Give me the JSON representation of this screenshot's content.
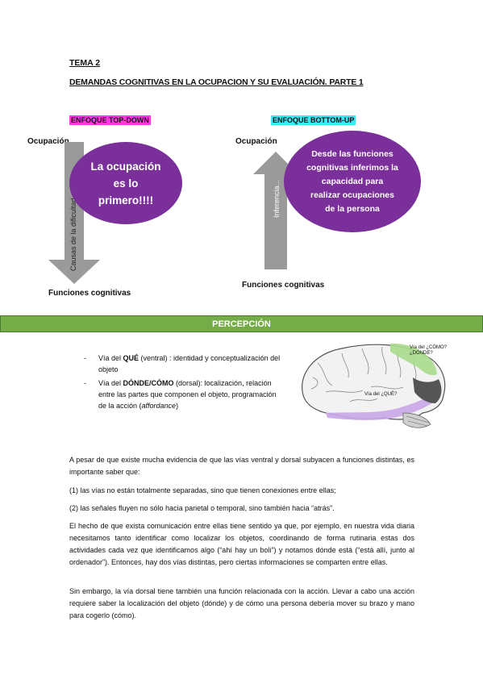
{
  "header": {
    "topic": "TEMA 2",
    "title": "DEMANDAS COGNITIVAS EN LA OCUPACION Y SU EVALUACIÓN. PARTE 1"
  },
  "top_down": {
    "tag": "ENFOQUE TOP-DOWN",
    "top_label": "Ocupación",
    "oval_lines": [
      "La ocupación",
      "es lo",
      "primero!!!!"
    ],
    "arrow_text": "Causas de la dificultad",
    "bottom_label": "Funciones cognitivas"
  },
  "bottom_up": {
    "tag": "ENFOQUE BOTTOM-UP",
    "top_label": "Ocupación",
    "oval_lines": [
      "Desde las funciones",
      "cognitivas inferimos la",
      "capacidad para",
      "realizar ocupaciones",
      "de la persona"
    ],
    "arrow_text": "Inferencia...",
    "bottom_label": "Funciones cognitivas"
  },
  "section": {
    "title": "PERCEPCIÓN"
  },
  "bullets": {
    "b1_prefix": "Vía del ",
    "b1_bold": "QUÉ",
    "b1_rest": " (ventral) : identidad y conceptualización del objeto",
    "b2_prefix": "Vía del ",
    "b2_bold": "DÓNDE/CÓMO",
    "b2_rest": " (dorsal): localización, relación entre las partes que componen el objeto, programación de la acción (",
    "b2_italic": "affordance",
    "b2_end": ")"
  },
  "brain": {
    "label_dorsal": "Vía del ¿CÓMO? ¿DÓNDE?",
    "label_ventral": "Vía del ¿QUÉ?"
  },
  "paragraphs": {
    "p1": "A pesar de que existe mucha evidencia de que las vías ventral y dorsal subyacen a funciones distintas, es importante saber que:",
    "p2": "(1) las vías no están totalmente separadas, sino que tienen conexiones entre ellas;",
    "p3": "(2) las señales fluyen no sólo hacia parietal o temporal, sino también hacia “atrás”.",
    "p4": "El hecho de que exista comunicación entre ellas tiene sentido ya que, por ejemplo, en nuestra vida diaria necesitamos tanto identificar como localizar los objetos, coordinando de forma rutinaria estas dos actividades cada vez que identificamos algo (“ahí hay un boli”) y notamos dónde está (“está allí, junto al ordenador”). Entonces, hay dos vías distintas, pero ciertas informaciones se comparten entre ellas.",
    "p5": "Sin embargo, la vía dorsal tiene también una función relacionada con la acción. Llevar a cabo una acción requiere saber la localización del objeto (dónde) y de cómo una persona debería mover su brazo y mano para cogerlo (cómo)."
  },
  "colors": {
    "oval": "#7a2f9a",
    "arrow": "#9a9a9a",
    "tag_pink": "#ff37e5",
    "tag_cyan": "#3de8f2",
    "banner": "#74ac47"
  }
}
